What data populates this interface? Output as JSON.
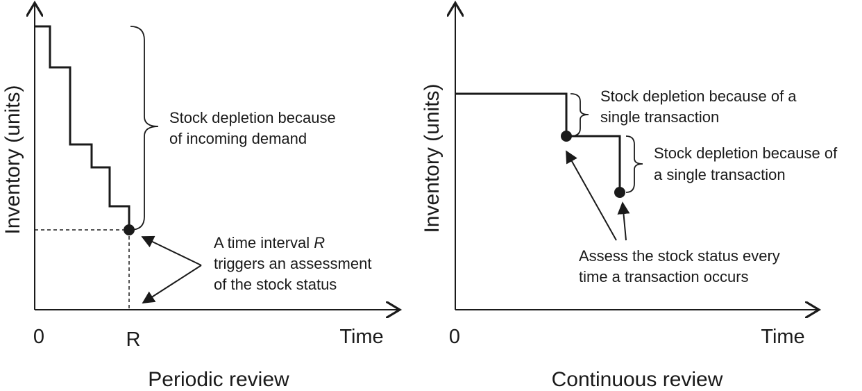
{
  "left_panel": {
    "caption": "Periodic review",
    "ylabel": "Inventory (units)",
    "xlabel": "Time",
    "tick_zero": "0",
    "tick_r": "R",
    "brace_note": [
      "Stock depletion because",
      "of incoming demand"
    ],
    "arrow_note": [
      "A time interval ",
      "R",
      "triggers an assessment",
      "of the stock status"
    ]
  },
  "right_panel": {
    "caption": "Continuous review",
    "ylabel": "Inventory (units)",
    "xlabel": "Time",
    "tick_zero": "0",
    "brace_note_1": [
      "Stock depletion because of a",
      "single transaction"
    ],
    "brace_note_2": [
      "Stock depletion because of",
      "a single transaction"
    ],
    "arrow_note": [
      "Assess the stock status every",
      "time a transaction occurs"
    ]
  },
  "colors": {
    "ink": "#1a1a1a",
    "background": "#ffffff"
  }
}
